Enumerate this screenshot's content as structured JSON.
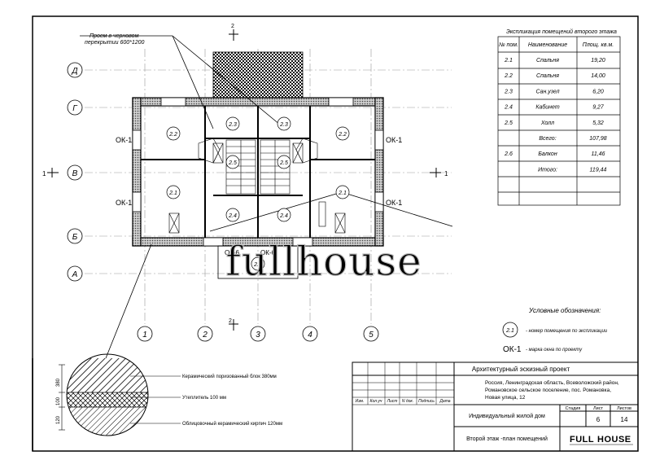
{
  "plan": {
    "axis_letters": [
      "Д",
      "Г",
      "В",
      "Б",
      "А"
    ],
    "axis_numbers": [
      "1",
      "2",
      "3",
      "4",
      "5"
    ],
    "section_mark": "1",
    "section_mark_top": "2",
    "opening_note_line1": "Проем в черновом",
    "opening_note_line2": "перекрытии 600*1200",
    "room_tags": [
      "2.2",
      "2.3",
      "2.3",
      "2.2",
      "2.5",
      "2.5",
      "2.1",
      "2.1",
      "2.4",
      "2.4",
      "2.6"
    ],
    "window_labels": [
      "ОК-1",
      "ОК-1",
      "ОК-1",
      "ОК-1",
      "ОК-6",
      "ОК-6"
    ]
  },
  "watermark": "fullhouse",
  "legend_table": {
    "title": "Экспликация помещений второго этажа",
    "headers": [
      "№ пом.",
      "Наименование",
      "Площ. кв.м."
    ],
    "rows": [
      [
        "2.1",
        "Спальня",
        "19,20"
      ],
      [
        "2.2",
        "Спальня",
        "14,00"
      ],
      [
        "2.3",
        "Сан.узел",
        "6,20"
      ],
      [
        "2.4",
        "Кабинет",
        "9,27"
      ],
      [
        "2.5",
        "Холл",
        "5,32"
      ],
      [
        "",
        "Всего:",
        "107,98"
      ],
      [
        "2.6",
        "Балкон",
        "11,46"
      ],
      [
        "",
        "Итого:",
        "119,44"
      ],
      [
        "",
        "",
        ""
      ]
    ]
  },
  "symbols": {
    "title": "Условные обозначения:",
    "items": [
      {
        "mark": "2.1",
        "text": "- номер помещения по экспликации"
      },
      {
        "mark": "ОК-1",
        "text": "- марка окна по проекту"
      }
    ]
  },
  "wall_section": {
    "dims": [
      "380",
      "100",
      "120"
    ],
    "layers": [
      "Керамический поризованный блок 380мм",
      "Утеплитель 100 мм",
      "Облицовочный керамический кирпич 120мм"
    ]
  },
  "title_block": {
    "project_type": "Архитектурный эскизный проект",
    "address_lines": [
      "Россия, Ленинградская область, Всеволожский район,",
      "Романовское сельское поселение, пос. Романовка,",
      "Новая улица, 12"
    ],
    "stamp_headers": [
      "Изм.",
      "Кол.уч",
      "Лист",
      "N док.",
      "Подпись",
      "Дата"
    ],
    "object_name": "Индивидуальный жилой дом",
    "sheet_name": "Второй этаж -план помещений",
    "stage_label": "Стадия",
    "sheet_label": "Лист",
    "sheets_label": "Листов",
    "stage_value": "",
    "sheet_value": "6",
    "sheets_value": "14",
    "logo_left": "FULL",
    "logo_right": "HOUSE"
  }
}
